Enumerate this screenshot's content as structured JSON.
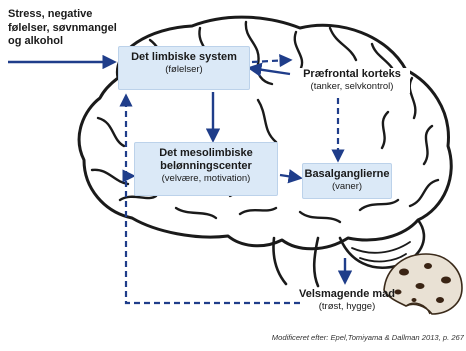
{
  "diagram": {
    "stressor": {
      "lines": [
        "Stress, negative",
        "følelser, søvnmangel",
        "og alkohol"
      ]
    },
    "nodes": {
      "limbic": {
        "title": "Det limbiske system",
        "subtitle": "(følelser)"
      },
      "prefrontal": {
        "title": "Præfrontal korteks",
        "subtitle": "(tanker, selvkontrol)"
      },
      "mesolimbic": {
        "title_line1": "Det mesolimbiske",
        "title_line2": "belønningscenter",
        "subtitle": "(velvære, motivation)"
      },
      "basal": {
        "title": "Basalganglierne",
        "subtitle": "(vaner)"
      },
      "food": {
        "title": "Velsmagende mad",
        "subtitle": "(trøst, hygge)"
      }
    },
    "citation": "Modificeret efter: Epel,Tomiyama & Dallman 2013, p. 267"
  },
  "colors": {
    "arrow": "#1f3d8a",
    "box_fill": "#dbe9f7",
    "brain_outline": "#1a1a1a"
  }
}
